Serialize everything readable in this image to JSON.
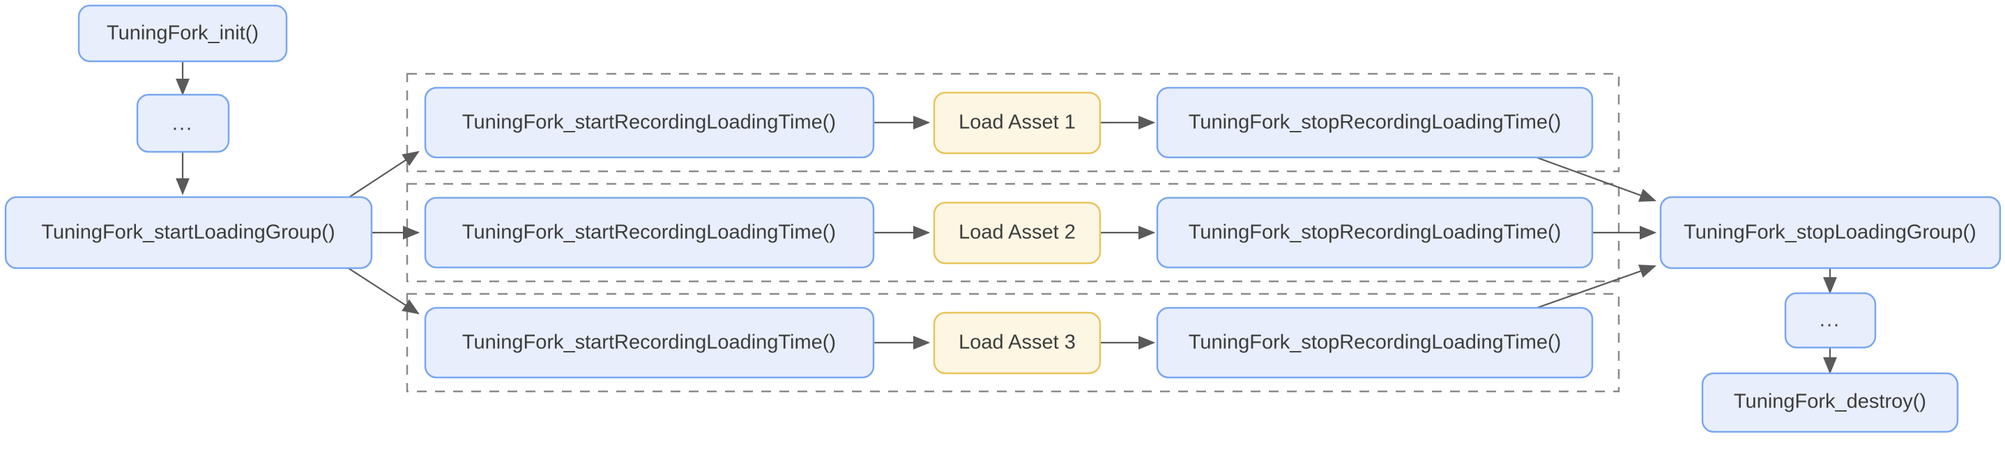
{
  "diagram": {
    "title": "TuningFork loading-time instrumentation flow",
    "type": "flowchart",
    "direction": "left-to-right",
    "colors": {
      "node_fill": "#e8eefc",
      "node_stroke": "#7aa7f0",
      "asset_fill": "#fdf6e3",
      "asset_stroke": "#e8c45a",
      "edge": "#5a5a5a",
      "group_stroke": "#8a8a8a",
      "text": "#3c3c3c",
      "background": "#ffffff"
    },
    "nodes": {
      "init": {
        "label": "TuningFork_init()"
      },
      "ellipsis_top": {
        "label": "..."
      },
      "start_group": {
        "label": "TuningFork_startLoadingGroup()"
      },
      "stop_group": {
        "label": "TuningFork_stopLoadingGroup()"
      },
      "ellipsis_bottom": {
        "label": "..."
      },
      "destroy": {
        "label": "TuningFork_destroy()"
      }
    },
    "rows": [
      {
        "start_recording": "TuningFork_startRecordingLoadingTime()",
        "asset": "Load Asset 1",
        "stop_recording": "TuningFork_stopRecordingLoadingTime()"
      },
      {
        "start_recording": "TuningFork_startRecordingLoadingTime()",
        "asset": "Load Asset 2",
        "stop_recording": "TuningFork_stopRecordingLoadingTime()"
      },
      {
        "start_recording": "TuningFork_startRecordingLoadingTime()",
        "asset": "Load Asset 3",
        "stop_recording": "TuningFork_stopRecordingLoadingTime()"
      }
    ]
  }
}
